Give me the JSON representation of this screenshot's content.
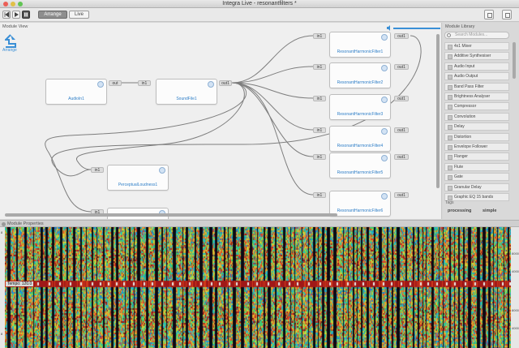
{
  "window": {
    "title": "Integra Live - resonantfilters *"
  },
  "toolbar": {
    "tabs": [
      {
        "label": "Arrange"
      },
      {
        "label": "Live"
      }
    ]
  },
  "module_view": {
    "label": "Module View",
    "arrange_label": "Arrange",
    "modules": [
      {
        "name": "AudioIn1",
        "ports": [
          "out"
        ]
      },
      {
        "name": "SoundFile1",
        "ports": [
          "in1",
          "out1"
        ]
      },
      {
        "name": "PerceptualLoudness1",
        "ports": [
          "in1"
        ]
      },
      {
        "name": "ResonantHarmonicFilter1",
        "ports": [
          "in1",
          "out1"
        ]
      },
      {
        "name": "ResonantHarmonicFilter2",
        "ports": [
          "in1",
          "out1"
        ]
      },
      {
        "name": "ResonantHarmonicFilter3",
        "ports": [
          "in1",
          "out1"
        ]
      },
      {
        "name": "ResonantHarmonicFilter4",
        "ports": [
          "in1",
          "out1"
        ]
      },
      {
        "name": "ResonantHarmonicFilter5",
        "ports": [
          "in1",
          "out1"
        ]
      },
      {
        "name": "ResonantHarmonicFilter6",
        "ports": [
          "in1",
          "out1"
        ]
      }
    ],
    "extra_port": "in1"
  },
  "library": {
    "title": "Module Library",
    "search_placeholder": "Search Modules...",
    "items": [
      "4x1 Mixer",
      "Additive Synthesiser",
      "Audio Input",
      "Audio Output",
      "Band Pass Filter",
      "Brightness Analyser",
      "Compressor",
      "Convolution",
      "Delay",
      "Distortion",
      "Envelope Follower",
      "Flanger",
      "Flute",
      "Gate",
      "Granular Delay",
      "Graphic EQ 15 bands"
    ],
    "tags_label": "Tags",
    "tabs": [
      "processing",
      "simple"
    ]
  },
  "properties": {
    "label": "Module Properties",
    "tempo": "Tempo: 120.0",
    "axis_right": [
      "8000",
      "4000",
      "8000",
      "4000"
    ],
    "axis_left": [
      "8",
      "8"
    ]
  },
  "colors": {
    "accent": "#3a8fd6",
    "module_name": "#2f7fc8"
  }
}
